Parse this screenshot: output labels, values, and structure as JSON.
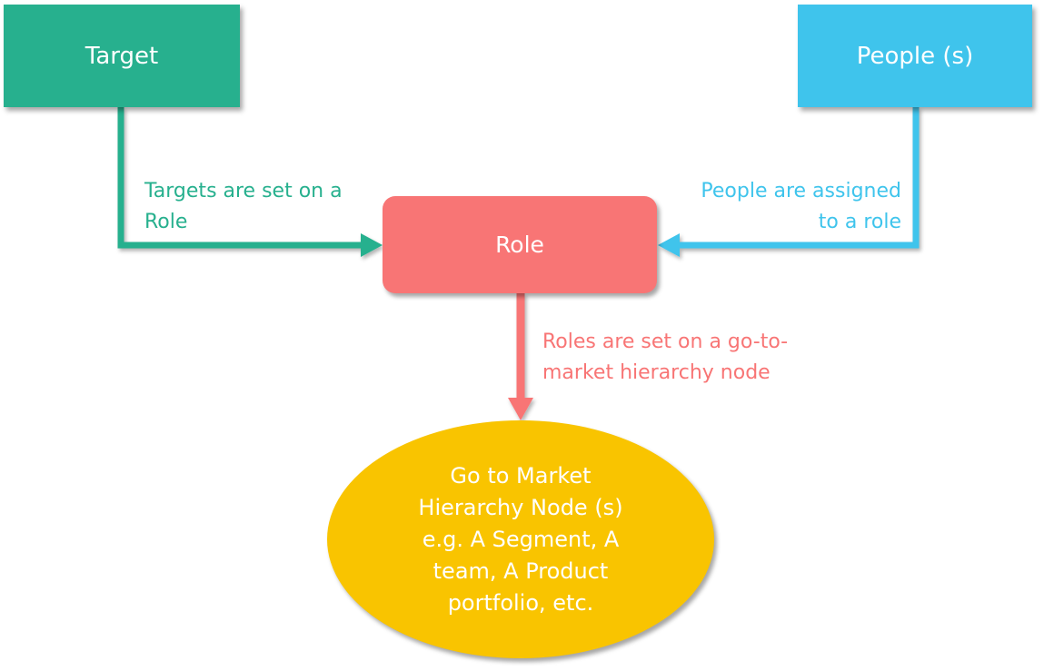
{
  "diagram": {
    "nodes": {
      "target": "Target",
      "people": "People (s)",
      "role": "Role",
      "gtm_node": "Go to Market Hierarchy Node (s) e.g. A Segment, A team, A Product portfolio, etc."
    },
    "edges": {
      "target_to_role": "Targets are set on a Role",
      "people_to_role": "People are assigned to a role",
      "role_to_gtm": "Roles are set on a go-to-market hierarchy node"
    },
    "colors": {
      "target": "#27b08e",
      "people": "#3fc4ec",
      "role": "#f87575",
      "gtm_node": "#f9c400"
    }
  }
}
